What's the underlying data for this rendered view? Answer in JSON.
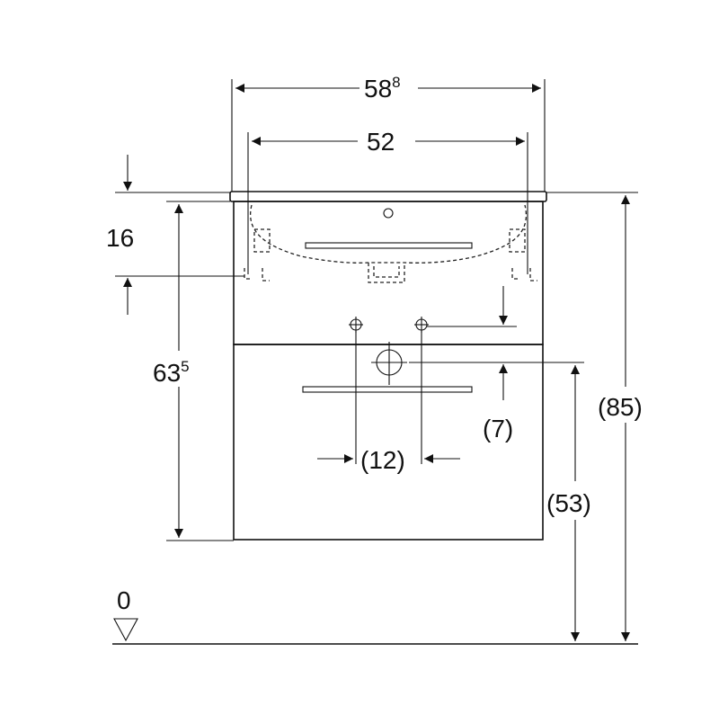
{
  "dimensions": {
    "overall_width": {
      "main": "58",
      "sup": "8"
    },
    "basin_width": "52",
    "top_offset": "16",
    "vanity_height": {
      "main": "63",
      "sup": "5"
    },
    "drawer_gap": "(7)",
    "total_height": "(85)",
    "pipe_spacing": "(12)",
    "drain_height": "(53)",
    "floor_level": "0"
  }
}
